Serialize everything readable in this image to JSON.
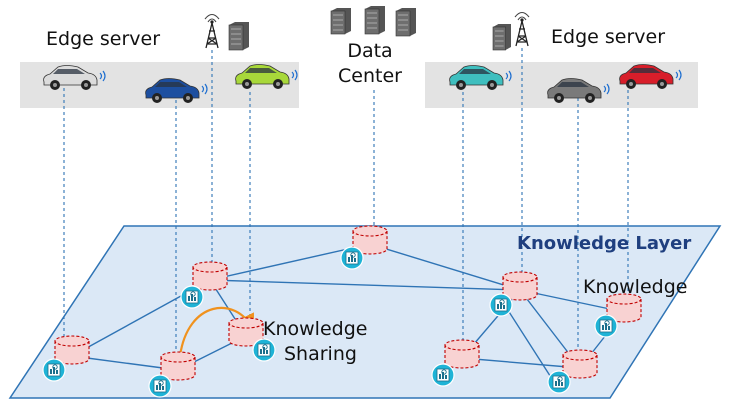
{
  "labels": {
    "edge_server_left": "Edge server",
    "edge_server_right": "Edge server",
    "data_center_line1": "Data",
    "data_center_line2": "Center",
    "knowledge_layer": "Knowledge Layer",
    "knowledge": "Knowledge",
    "knowledge_sharing_line1": "Knowledge",
    "knowledge_sharing_line2": "Sharing"
  },
  "colors": {
    "plane_fill": "#dbe8f6",
    "plane_stroke": "#2f74b5",
    "edge_box": "#e3e3e3",
    "dash_line": "#2f74b5",
    "node_fill": "#f8d2d2",
    "node_stroke": "#c00000",
    "sharing_arrow": "#f0921e",
    "badge": "#1fb3d6",
    "knowledge_layer_text": "#1f3f7f"
  },
  "icons": {
    "car": "car-icon",
    "tower": "antenna-tower-icon",
    "server": "server-rack-icon",
    "badge": "knowledge-badge-icon",
    "node": "database-cylinder-icon"
  },
  "cars": [
    {
      "color": "#dcdcdc"
    },
    {
      "color": "#1d4fa0"
    },
    {
      "color": "#a8d83a"
    },
    {
      "color": "#3fbfbf"
    },
    {
      "color": "#7a7a7a"
    },
    {
      "color": "#d81e2a"
    }
  ]
}
